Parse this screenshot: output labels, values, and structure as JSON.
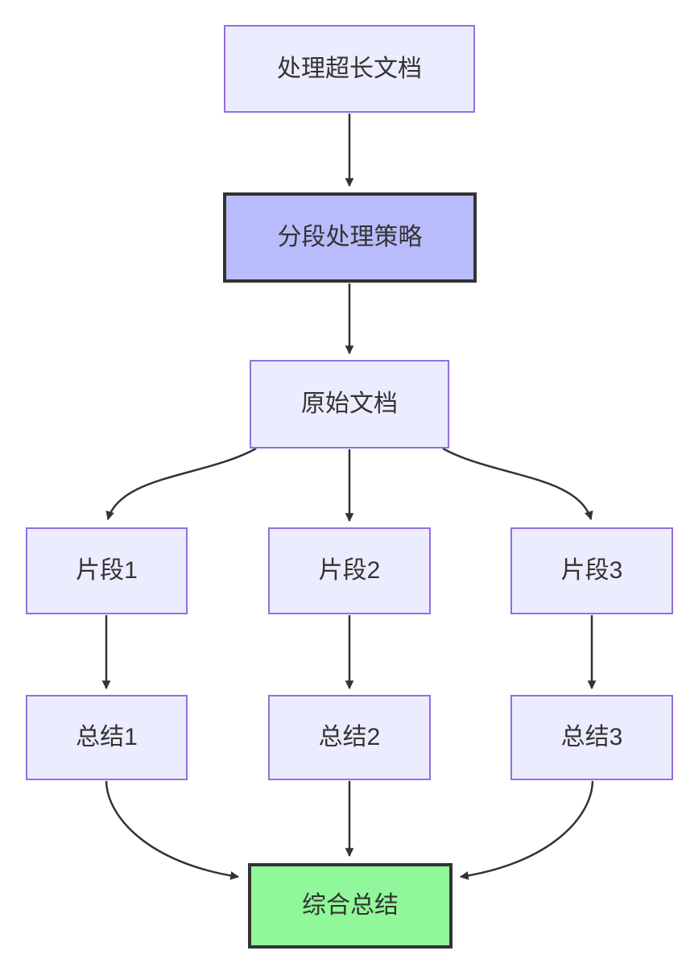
{
  "diagram": {
    "type": "flowchart",
    "direction": "top-down",
    "colors": {
      "background": "#ffffff",
      "node_fill": "#ececff",
      "node_border": "#9370db",
      "highlight_fill": "#b8bcfc",
      "highlight_border": "#333333",
      "success_fill": "#90f89a",
      "success_border": "#333333",
      "edge": "#333333",
      "text": "#333333"
    },
    "nodes": [
      {
        "id": "A",
        "label": "处理超长文档",
        "style": "light"
      },
      {
        "id": "B",
        "label": "分段处理策略",
        "style": "highlight"
      },
      {
        "id": "C",
        "label": "原始文档",
        "style": "light"
      },
      {
        "id": "D1",
        "label": "片段1",
        "style": "light"
      },
      {
        "id": "D2",
        "label": "片段2",
        "style": "light"
      },
      {
        "id": "D3",
        "label": "片段3",
        "style": "light"
      },
      {
        "id": "E1",
        "label": "总结1",
        "style": "light"
      },
      {
        "id": "E2",
        "label": "总结2",
        "style": "light"
      },
      {
        "id": "E3",
        "label": "总结3",
        "style": "light"
      },
      {
        "id": "F",
        "label": "综合总结",
        "style": "success"
      }
    ],
    "edges": [
      {
        "from": "A",
        "to": "B"
      },
      {
        "from": "B",
        "to": "C"
      },
      {
        "from": "C",
        "to": "D1"
      },
      {
        "from": "C",
        "to": "D2"
      },
      {
        "from": "C",
        "to": "D3"
      },
      {
        "from": "D1",
        "to": "E1"
      },
      {
        "from": "D2",
        "to": "E2"
      },
      {
        "from": "D3",
        "to": "E3"
      },
      {
        "from": "E1",
        "to": "F"
      },
      {
        "from": "E2",
        "to": "F"
      },
      {
        "from": "E3",
        "to": "F"
      }
    ]
  }
}
